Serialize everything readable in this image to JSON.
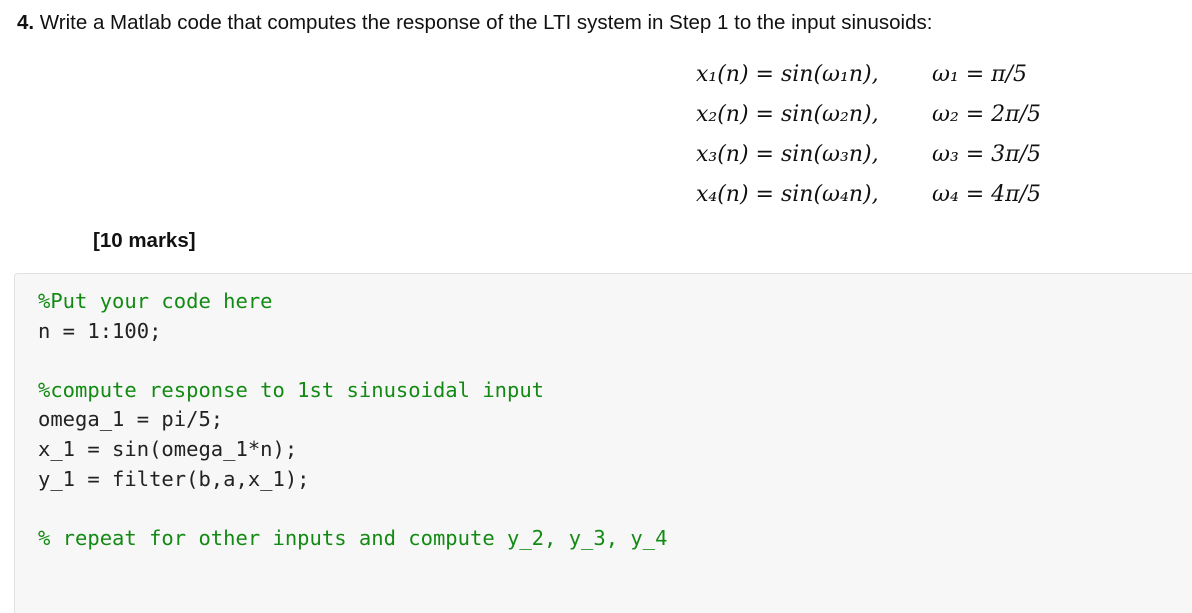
{
  "question": {
    "number": "4.",
    "text": " Write a Matlab code that computes the response of the LTI system in Step 1 to the input sinusoids:"
  },
  "equations": [
    {
      "lhs": "x₁(n) = sin(ω₁n),",
      "rhs": "ω₁ = π/5"
    },
    {
      "lhs": "x₂(n) = sin(ω₂n),",
      "rhs": "ω₂ = 2π/5"
    },
    {
      "lhs": "x₃(n) = sin(ω₃n),",
      "rhs": "ω₃ = 3π/5"
    },
    {
      "lhs": "x₄(n) = sin(ω₄n),",
      "rhs": "ω₄ = 4π/5"
    }
  ],
  "marks": "[10 marks]",
  "code_lines": [
    {
      "text": "%Put your code here",
      "kind": "comment"
    },
    {
      "text": "n = 1:100;",
      "kind": "code"
    },
    {
      "text": "",
      "kind": "blank"
    },
    {
      "text": "%compute response to 1st sinusoidal input",
      "kind": "comment"
    },
    {
      "text": "omega_1 = pi/5;",
      "kind": "code"
    },
    {
      "text": "x_1 = sin(omega_1*n);",
      "kind": "code"
    },
    {
      "text": "y_1 = filter(b,a,x_1);",
      "kind": "code"
    },
    {
      "text": "",
      "kind": "blank"
    },
    {
      "text": "% repeat for other inputs and compute y_2, y_3, y_4",
      "kind": "comment"
    }
  ],
  "colors": {
    "comment": "#138a13",
    "code": "#222222",
    "cell_background": "#f7f7f7"
  }
}
